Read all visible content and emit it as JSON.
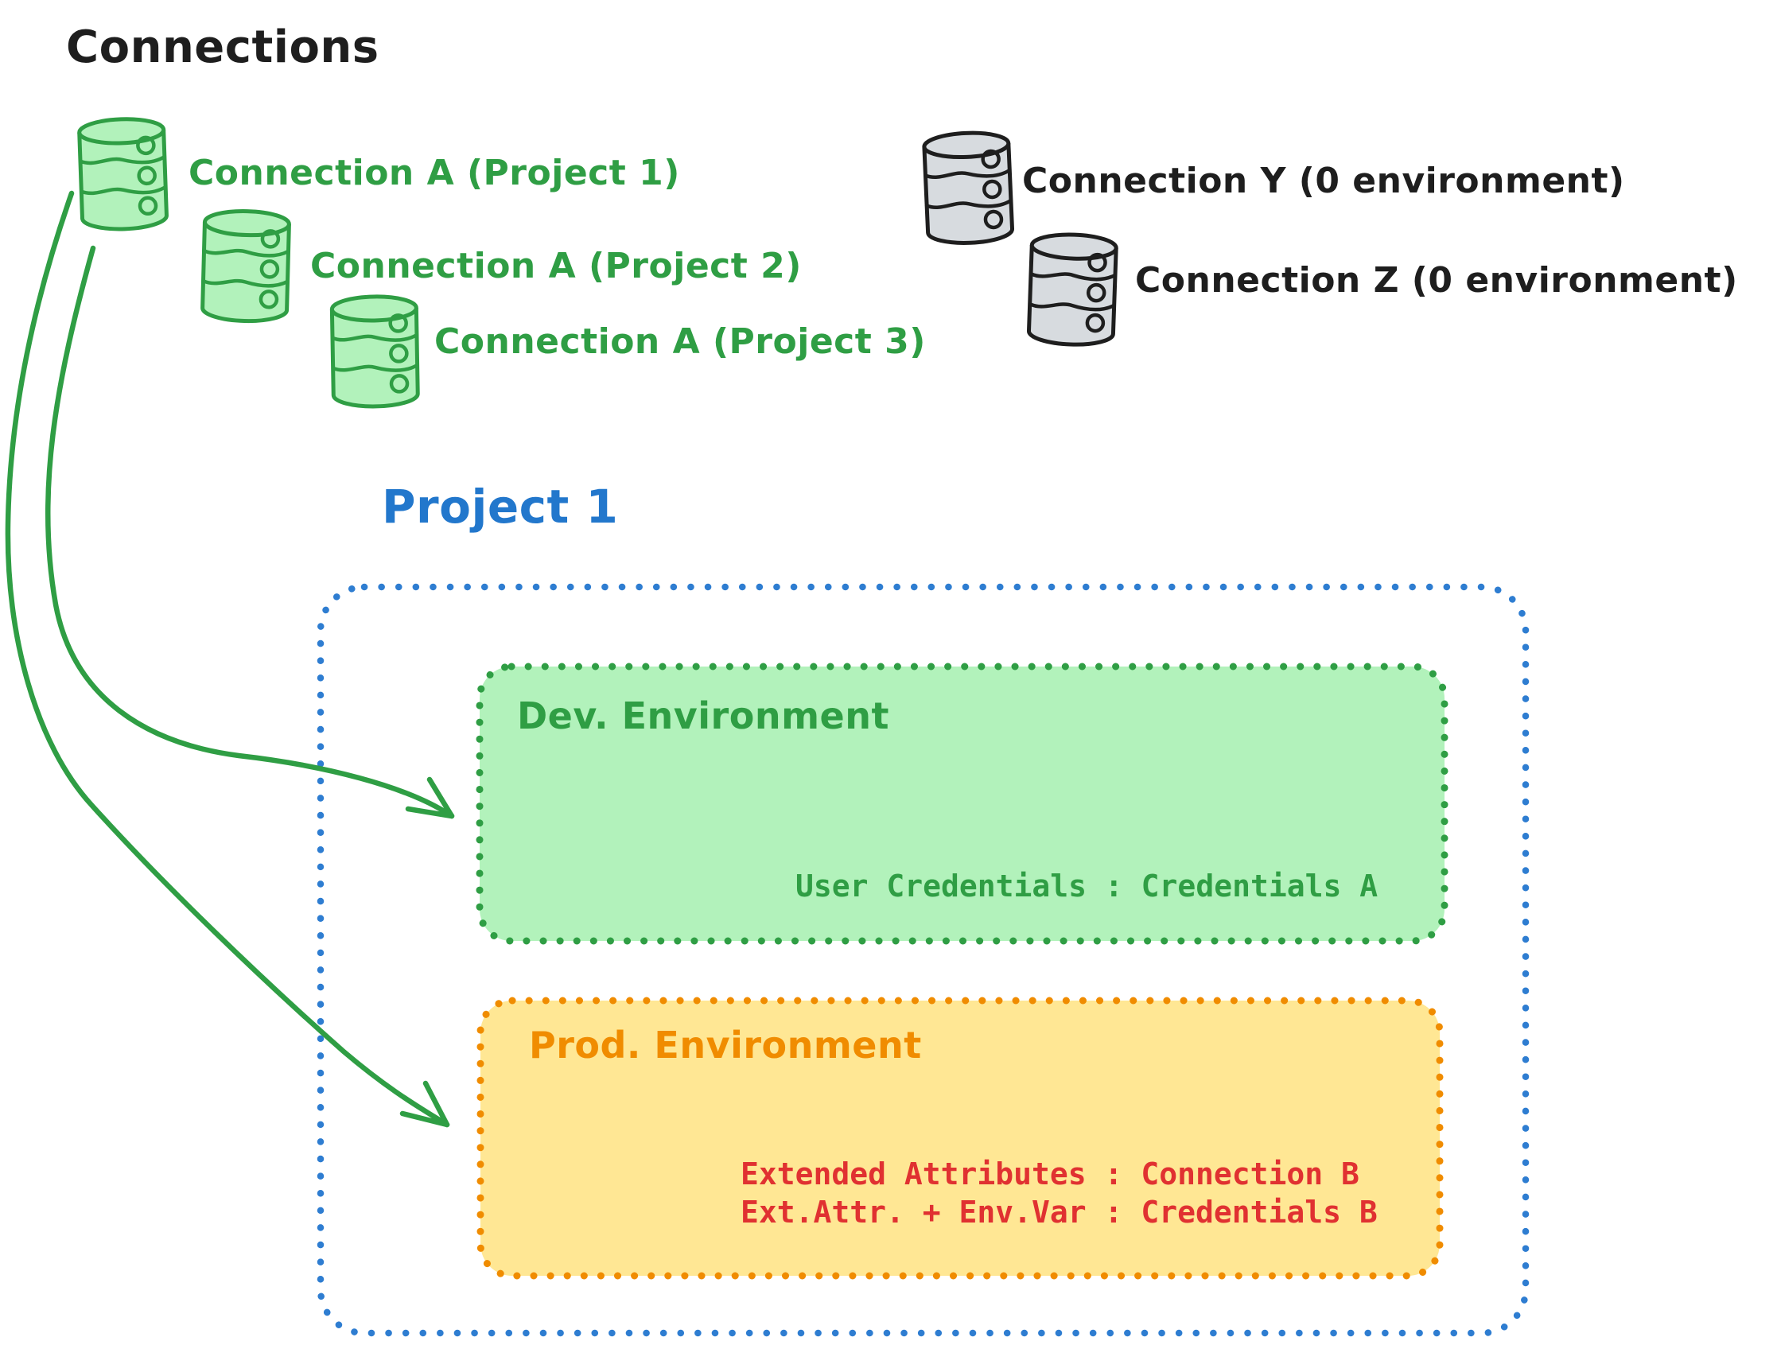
{
  "title": "Connections",
  "palette": {
    "ink": "#1e1e1e",
    "green_stroke": "#2f9e44",
    "green_fill": "#b2f2bb",
    "gray_fill": "#d7dbdf",
    "blue": "#2277cc",
    "orange": "#f08c00",
    "yellow_fill": "#ffe794",
    "red": "#e03131"
  },
  "connections": {
    "project_a": [
      {
        "icon": "database-icon",
        "label": "Connection A (Project 1)"
      },
      {
        "icon": "database-icon",
        "label": "Connection A (Project 2)"
      },
      {
        "icon": "database-icon",
        "label": "Connection A (Project 3)"
      }
    ],
    "unassigned": [
      {
        "icon": "database-icon",
        "label": "Connection Y (0 environment)"
      },
      {
        "icon": "database-icon",
        "label": "Connection Z (0 environment)"
      }
    ]
  },
  "project": {
    "title": "Project 1",
    "dev": {
      "title": "Dev. Environment",
      "mapping": "User Credentials : Credentials A"
    },
    "prod": {
      "title": "Prod. Environment",
      "mappings": [
        "Extended Attributes : Connection B",
        "Ext.Attr. + Env.Var : Credentials B"
      ]
    }
  }
}
